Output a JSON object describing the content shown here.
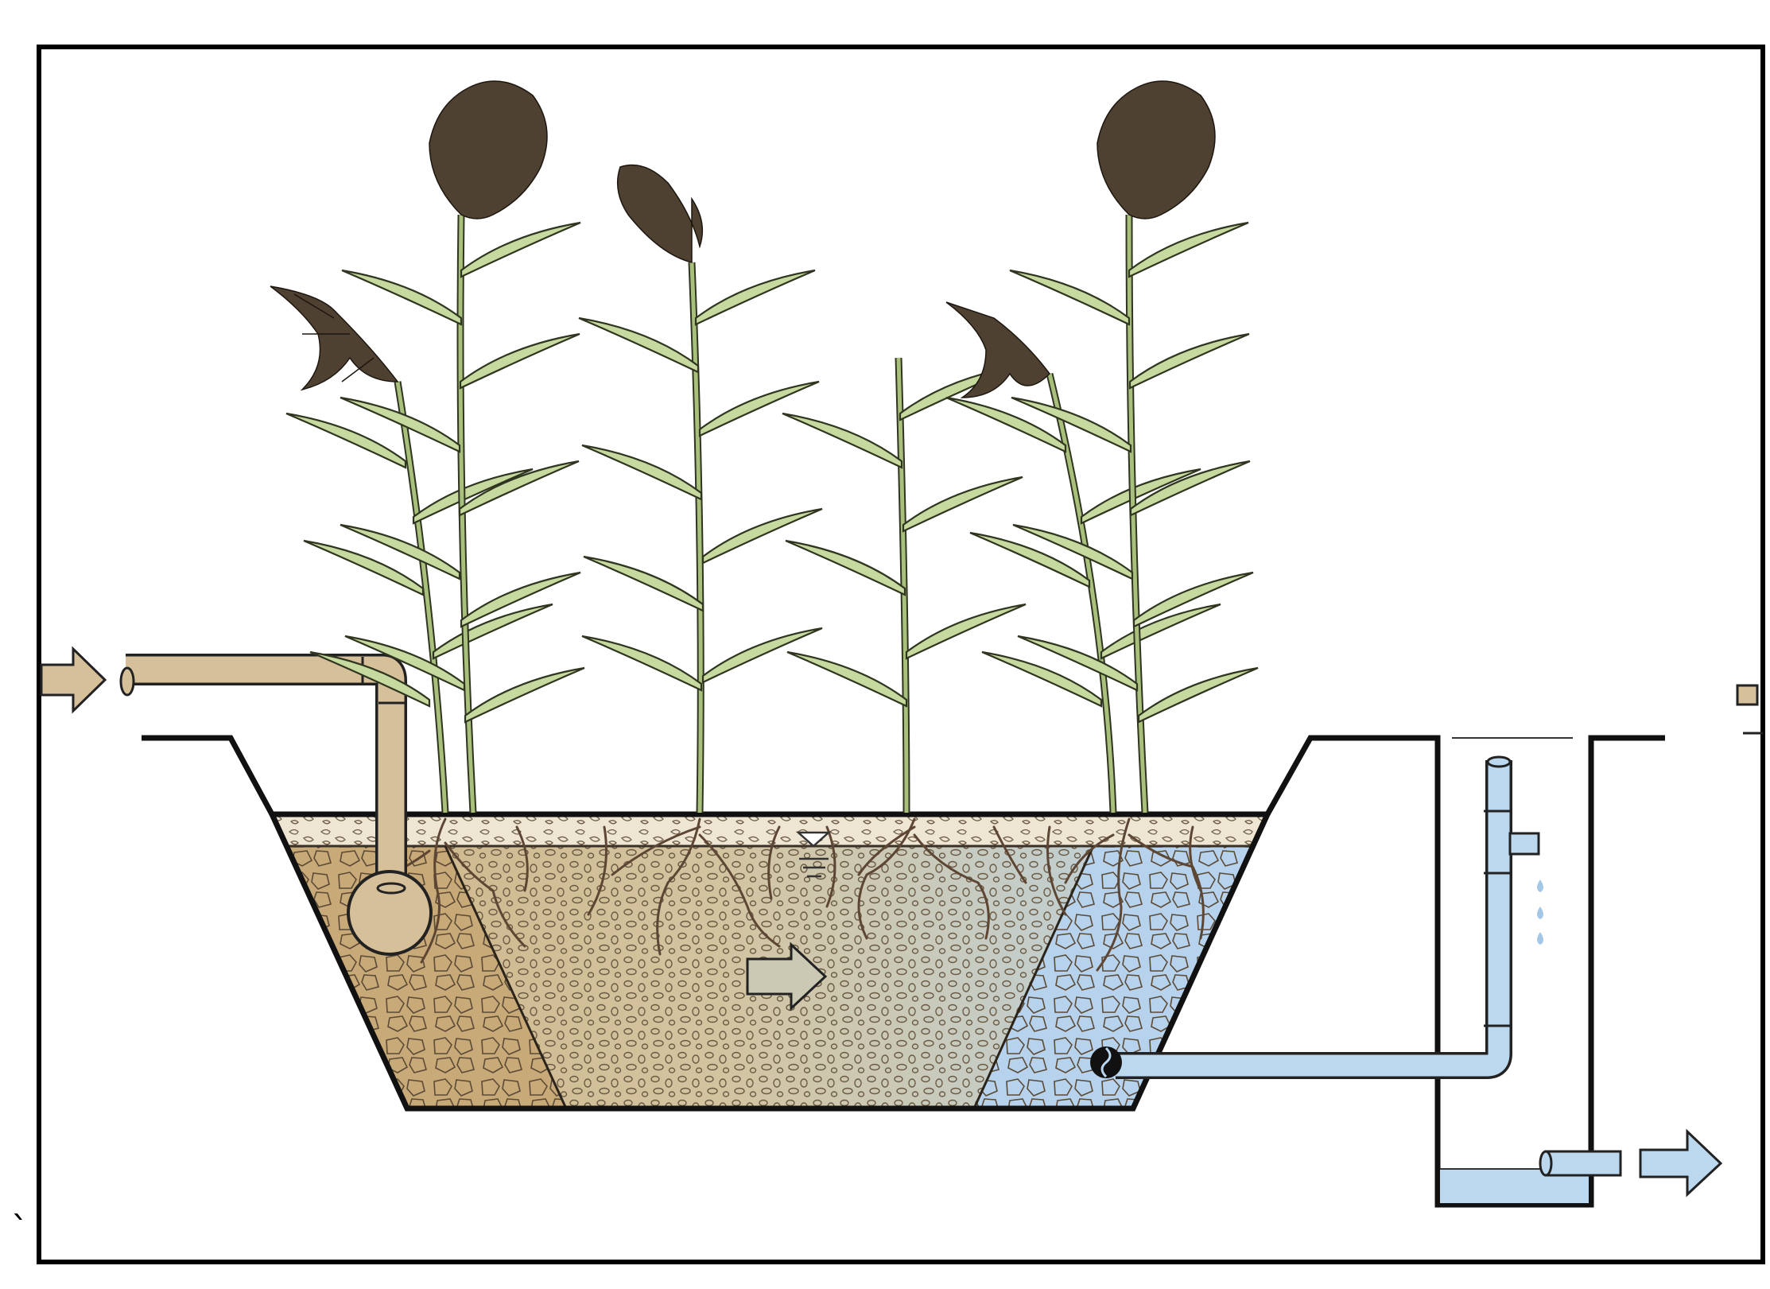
{
  "diagram": {
    "stray_mark": "`",
    "colors": {
      "frame": "#000000",
      "wastewater": "#d6c09a",
      "wastewater_dark": "#c7ab7c",
      "treated_water": "#bcd8ee",
      "treated_water_dark": "#a3c7e6",
      "top_layer": "#f0e6d4",
      "reed_leaf": "#c6d99e",
      "reed_stem": "#a9c07c",
      "reed_plume": "#4e4132",
      "root": "#5d4633",
      "flow_arrow": "#c9c9b4"
    },
    "icons": {
      "inflow": "inflow-arrow-icon",
      "internal_flow": "flow-direction-arrow-icon",
      "outflow": "outflow-arrow-icon",
      "water_level": "water-level-triangle-icon",
      "drops": "water-drop-icon"
    },
    "components": {
      "reeds": 6,
      "zones": [
        "inlet-gravel-zone",
        "filter-gravel-bed",
        "outlet-gravel-zone"
      ]
    }
  }
}
